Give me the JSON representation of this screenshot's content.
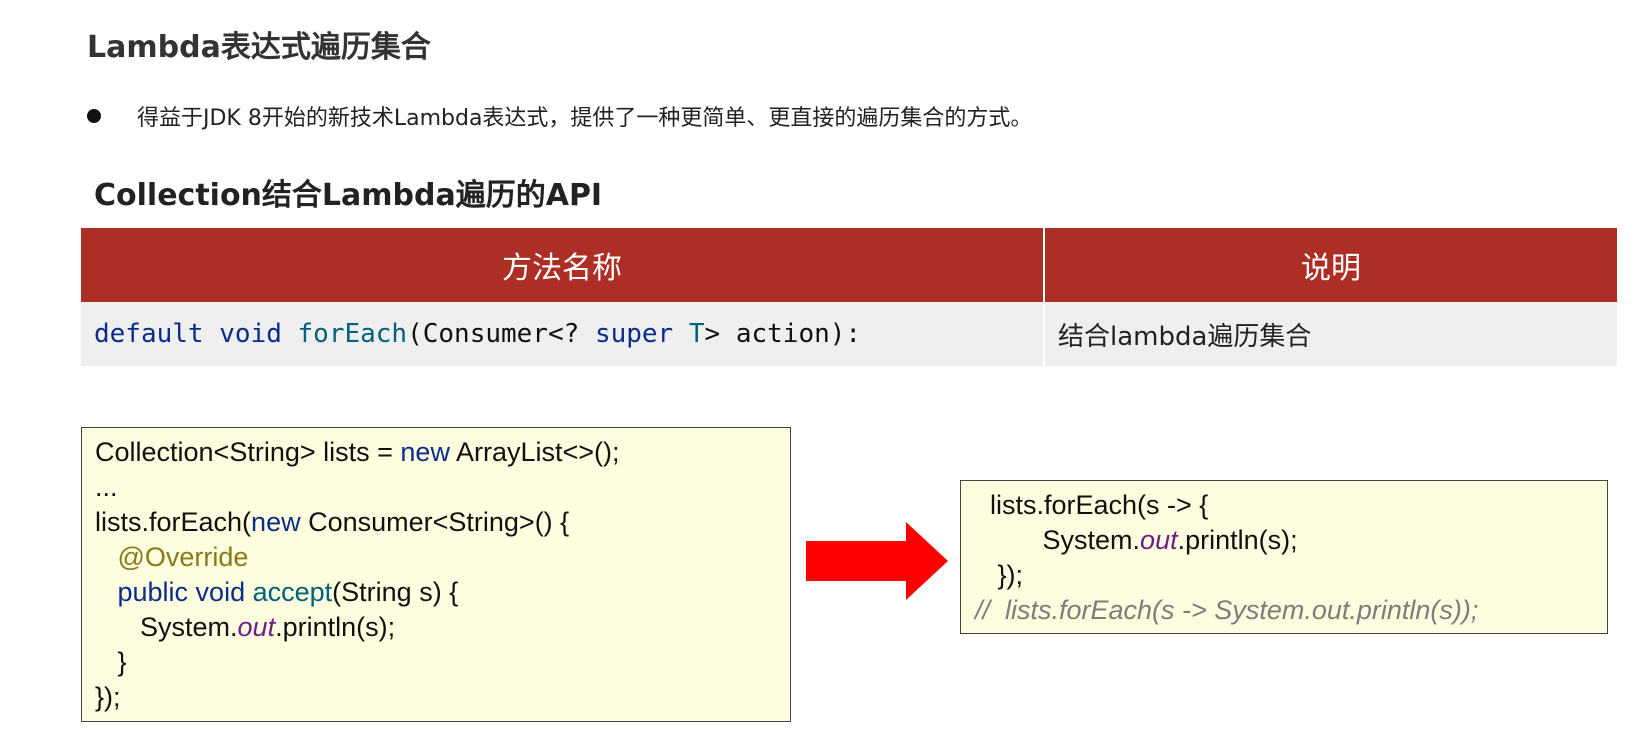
{
  "title": "Lambda表达式遍历集合",
  "bullet_text": "得益于JDK 8开始的新技术Lambda表达式，提供了一种更简单、更直接的遍历集合的方式。",
  "subtitle": "Collection结合Lambda遍历的API",
  "table": {
    "headers": [
      "方法名称",
      "说明"
    ],
    "row": {
      "sig_default": "default",
      "sig_void": "void",
      "sig_foreach": "forEach",
      "sig_consumer": "(Consumer<? ",
      "sig_super": "super",
      "sig_t": "T",
      "sig_rest": "> action):",
      "description": "结合lambda遍历集合"
    }
  },
  "left_code": {
    "l1_a": "Collection<String> lists = ",
    "l1_new": "new",
    "l1_b": " ArrayList<>();",
    "l2": "...",
    "l3_a": "lists.forEach(",
    "l3_new": "new",
    "l3_b": " Consumer<String>() {",
    "l4_ann": "   @Override",
    "l5_kw": "   public void",
    "l5_fn": "accept",
    "l5_b": "(String s) {",
    "l6_a": "      System.",
    "l6_out": "out",
    "l6_b": ".println(s);",
    "l7": "   }",
    "l8": "});"
  },
  "right_code": {
    "r1": "  lists.forEach(s -> {",
    "r2_a": "         System.",
    "r2_out": "out",
    "r2_b": ".println(s);",
    "r3": "   });",
    "r4_comment": "//  lists.forEach(s -> System.out.println(s));"
  },
  "colors": {
    "header_bg": "#ad2e24",
    "row_bg": "#efefef",
    "code_bg": "#fdfddf",
    "keyword": "#0b2c8a",
    "arrow": "#ff0000"
  }
}
